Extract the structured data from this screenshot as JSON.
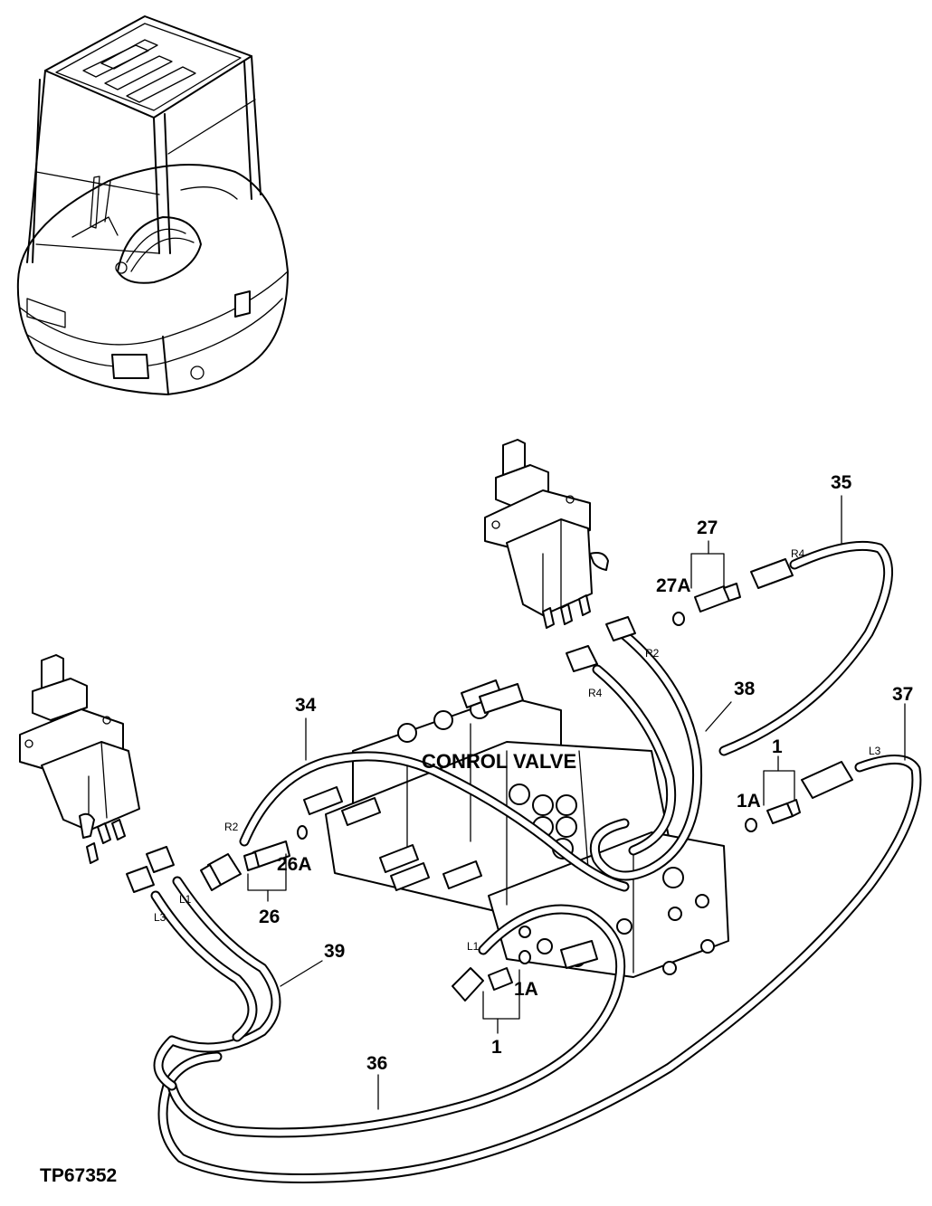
{
  "figure_id": "TP67352",
  "component_label": "CONROL VALVE",
  "callouts": {
    "c1_top": "1",
    "c1a_top": "1A",
    "c1_bottom": "1",
    "c1a_bottom": "1A",
    "c26": "26",
    "c26a": "26A",
    "c27": "27",
    "c27a": "27A",
    "c34": "34",
    "c35": "35",
    "c36": "36",
    "c37": "37",
    "c38": "38",
    "c39": "39"
  },
  "port_tags": {
    "r2_left": "R2",
    "r2_right": "R2",
    "r4_top": "R4",
    "r4_mid": "R4",
    "l1_left": "L1",
    "l1_bottom": "L1",
    "l3_left": "L3",
    "l3_right": "L3"
  }
}
